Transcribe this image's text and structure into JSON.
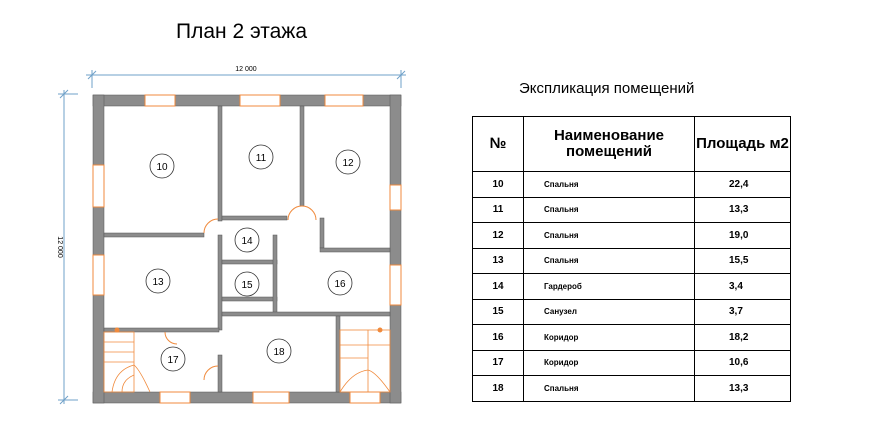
{
  "title": "План 2 этажа",
  "dimension_horizontal": "12 000",
  "dimension_vertical": "12 000",
  "rooms": [
    {
      "num": "10"
    },
    {
      "num": "11"
    },
    {
      "num": "12"
    },
    {
      "num": "13"
    },
    {
      "num": "14"
    },
    {
      "num": "15"
    },
    {
      "num": "16"
    },
    {
      "num": "17"
    },
    {
      "num": "18"
    }
  ],
  "explication": {
    "title": "Экспликация помещений",
    "headers": {
      "no": "№",
      "name": "Наименование помещений",
      "area": "Площадь м2"
    },
    "rows": [
      {
        "no": "10",
        "name": "Спальня",
        "area": "22,4"
      },
      {
        "no": "11",
        "name": "Спальня",
        "area": "13,3"
      },
      {
        "no": "12",
        "name": "Спальня",
        "area": "19,0"
      },
      {
        "no": "13",
        "name": "Спальня",
        "area": "15,5"
      },
      {
        "no": "14",
        "name": "Гардероб",
        "area": "3,4"
      },
      {
        "no": "15",
        "name": "Санузел",
        "area": "3,7"
      },
      {
        "no": "16",
        "name": "Коридор",
        "area": "18,2"
      },
      {
        "no": "17",
        "name": "Коридор",
        "area": "10,6"
      },
      {
        "no": "18",
        "name": "Спальня",
        "area": "13,3"
      }
    ]
  }
}
